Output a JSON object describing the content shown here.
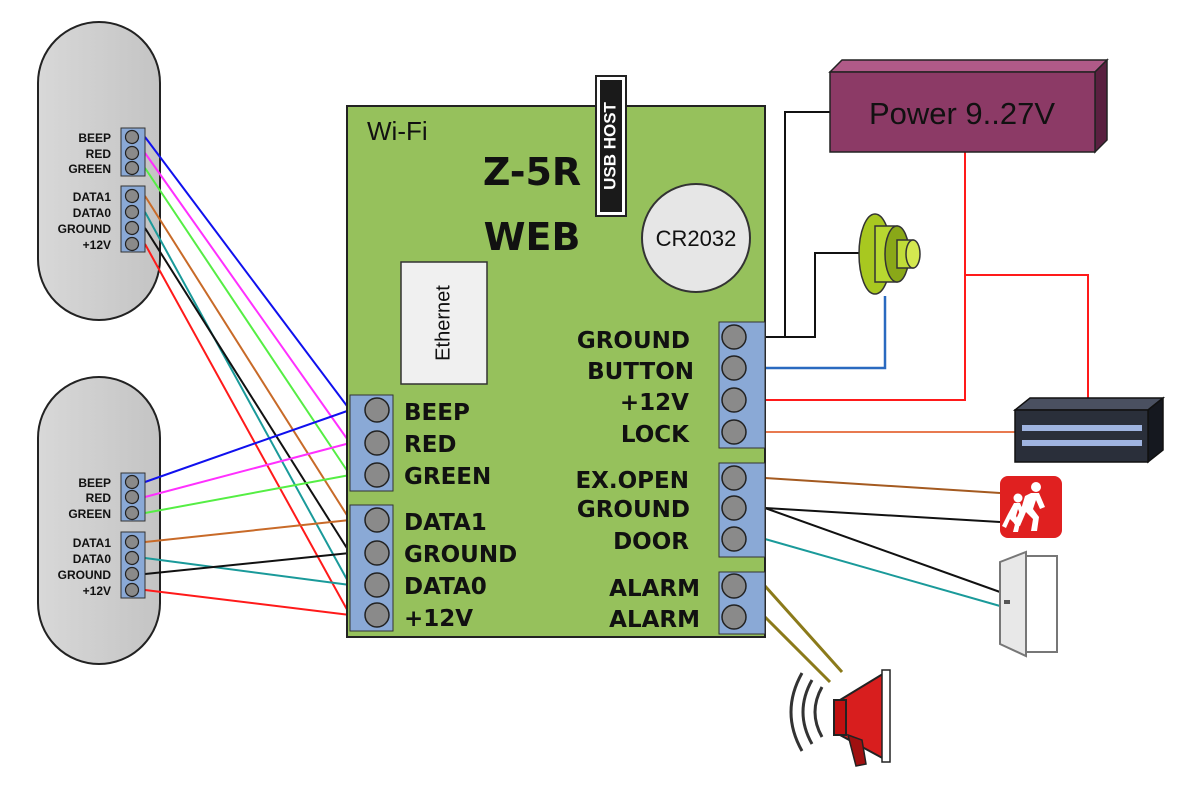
{
  "board": {
    "wifi": "Wi-Fi",
    "title1": "Z-5R",
    "title2": "WEB",
    "usb": "USB HOST",
    "battery": "CR2032",
    "ethernet": "Ethernet",
    "left_terminals": [
      "BEEP",
      "RED",
      "GREEN",
      "DATA1",
      "GROUND",
      "DATA0",
      "+12V"
    ],
    "right_terminals": [
      "GROUND",
      "BUTTON",
      "+12V",
      "LOCK",
      "EX.OPEN",
      "GROUND",
      "DOOR",
      "ALARM",
      "ALARM"
    ]
  },
  "power": {
    "label": "Power 9..27V"
  },
  "reader_top": {
    "pins": [
      "BEEP",
      "RED",
      "GREEN",
      "DATA1",
      "DATA0",
      "GROUND",
      "+12V"
    ]
  },
  "reader_bottom": {
    "pins": [
      "BEEP",
      "RED",
      "GREEN",
      "DATA1",
      "DATA0",
      "GROUND",
      "+12V"
    ]
  },
  "colors": {
    "board": "#96c15c",
    "power": "#8c3a66",
    "terminal": "#8aa9d6",
    "blue_wire": "#1010ee",
    "pink_wire": "#ff30ff",
    "green_wire": "#55ee44",
    "brown_wire": "#c86a28",
    "teal_wire": "#1a9a9a",
    "red_wire": "#ff1a1a",
    "alarm_wire": "#8b7a1a"
  },
  "icons": [
    "push-button-icon",
    "magnetic-lock-icon",
    "emergency-exit-icon",
    "door-icon",
    "siren-icon"
  ]
}
